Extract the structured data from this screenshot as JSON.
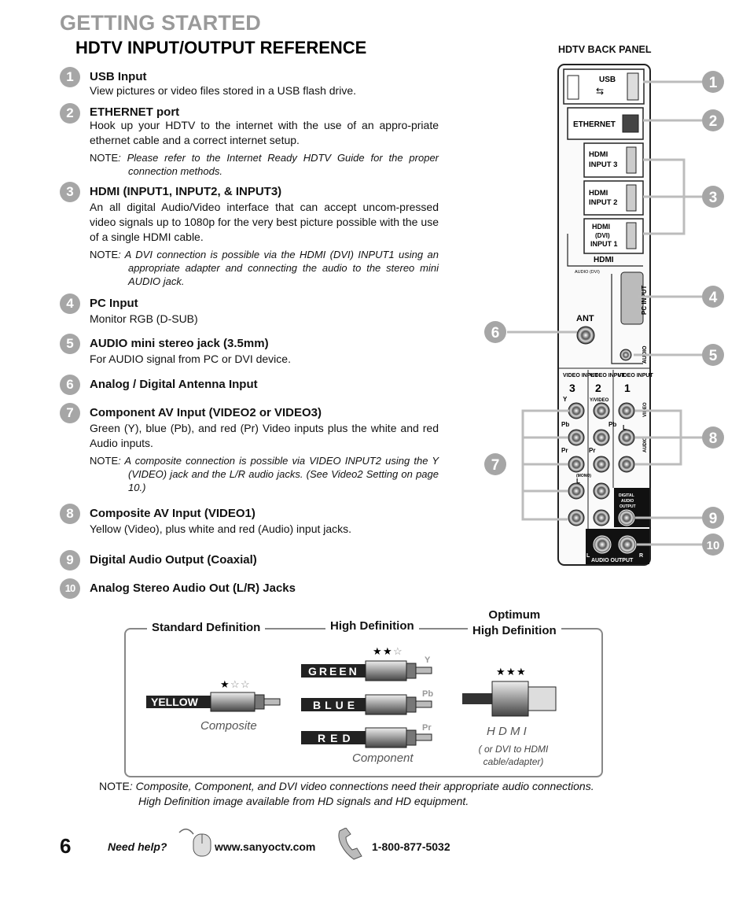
{
  "header": {
    "section": "GETTING STARTED",
    "title": "HDTV INPUT/OUTPUT REFERENCE",
    "panel_label": "HDTV BACK PANEL"
  },
  "items": [
    {
      "num": "1",
      "title": "USB Input",
      "desc": "View pictures or video files stored in a USB flash drive."
    },
    {
      "num": "2",
      "title": "ETHERNET port",
      "desc": "Hook up your HDTV to the internet with the use of an appro-priate ethernet cable and a correct internet setup.",
      "note_label": "NOTE",
      "note": ": Please refer to the  Internet Ready HDTV Guide for the proper connection methods."
    },
    {
      "num": "3",
      "title": "HDMI (INPUT1, INPUT2, & INPUT3)",
      "desc": "An all digital Audio/Video interface that can accept uncom-pressed video signals up to 1080p for the very best picture possible with the use of a single HDMI cable.",
      "note_label": "NOTE",
      "note": ": A DVI connection is possible via the HDMI (DVI) INPUT1 using an appropriate adapter and connecting the audio to the stereo mini AUDIO jack."
    },
    {
      "num": "4",
      "title": "PC Input",
      "desc": "Monitor RGB (D-SUB)"
    },
    {
      "num": "5",
      "title": "AUDIO mini stereo jack (3.5mm)",
      "desc": "For AUDIO signal from PC or DVI device."
    },
    {
      "num": "6",
      "title": "Analog / Digital Antenna Input"
    },
    {
      "num": "7",
      "title": "Component AV Input (VIDEO2 or VIDEO3)",
      "desc": "Green (Y), blue (Pb), and red (Pr) Video inputs plus the white and red Audio inputs.",
      "note_label": "NOTE",
      "note": ": A composite connection is possible via VIDEO INPUT2 using the Y (VIDEO) jack and the L/R audio jacks. (See Video2 Setting on page 10.)"
    },
    {
      "num": "8",
      "title": "Composite AV Input (VIDEO1)",
      "desc": "Yellow (Video), plus white and red (Audio)  input jacks."
    },
    {
      "num": "9",
      "title": "Digital Audio Output (Coaxial)"
    },
    {
      "num": "10",
      "title": "Analog Stereo Audio Out (L/R) Jacks"
    }
  ],
  "panel": {
    "usb": "USB",
    "ethernet": "ETHERNET",
    "hdmi3": [
      "HDMI",
      "INPUT 3"
    ],
    "hdmi2": [
      "HDMI",
      "INPUT 2"
    ],
    "hdmi1": [
      "HDMI",
      "(DVI)",
      "INPUT 1"
    ],
    "hdmi_logo": "HDMI",
    "audio_dvi": "AUDIO (DVI)",
    "pc_input": "PC INPUT",
    "audio_small": "AUDIO",
    "ant": "ANT",
    "video_input": "VIDEO INPUT",
    "video_nums": [
      "3",
      "2",
      "1"
    ],
    "jack_labels": {
      "y": "Y",
      "yvideo": "Y/VIDEO",
      "pb": "Pb",
      "pr": "Pr",
      "mono": "(MONO)",
      "l": "L",
      "r": "R",
      "video": "VIDEO",
      "audio": "AUDIO"
    },
    "digital_audio_output": [
      "DIGITAL",
      "AUDIO",
      "OUTPUT"
    ],
    "audio_output": "AUDIO OUTPUT",
    "callouts": [
      "1",
      "2",
      "3",
      "4",
      "5",
      "6",
      "7",
      "8",
      "9",
      "10"
    ]
  },
  "standards": {
    "standard": "Standard Definition",
    "high": "High Definition",
    "optimum": [
      "Optimum",
      "High Definition"
    ],
    "cable_words": {
      "yellow": "YELLOW",
      "green": "GREEN",
      "blue": "BLUE",
      "red": "RED"
    },
    "component_letters": {
      "y": "Y",
      "pb": "Pb",
      "pr": "Pr"
    },
    "caption_composite": "Composite",
    "caption_component": "Component",
    "caption_hdmi": "H D M I",
    "caption_hdmi_note": [
      "( or DVI to HDMI",
      "cable/adapter)"
    ],
    "ratings": {
      "composite_stars": 1,
      "component_stars": 2,
      "hdmi_stars": 3,
      "max_stars": 3
    }
  },
  "footnote": {
    "label": "NOTE",
    "line1": ": Composite, Component, and DVI video connections need their appropriate audio connections.",
    "line2": "High Definition image available from HD signals and HD equipment."
  },
  "footer": {
    "page_number": "6",
    "help": "Need help?",
    "website": "www.sanyoctv.com",
    "phone": "1-800-877-5032"
  }
}
